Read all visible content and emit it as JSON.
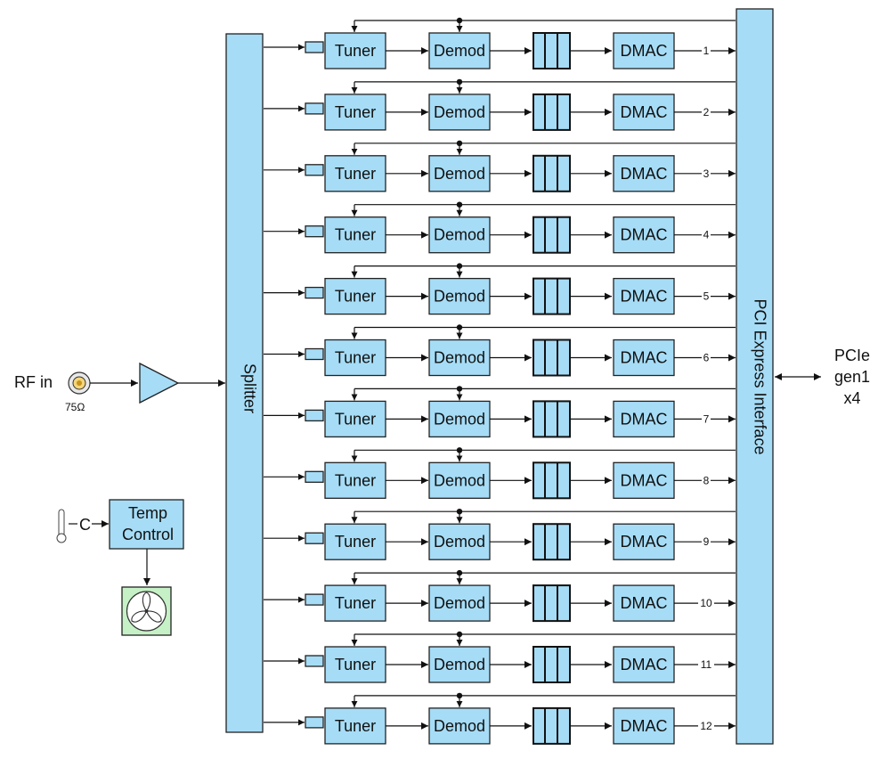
{
  "input": {
    "label": "RF in",
    "impedance": "75Ω"
  },
  "splitter": {
    "label": "Splitter"
  },
  "pcie_block": {
    "label": "PCI Express Interface"
  },
  "pcie_port": {
    "lines": [
      "PCIe",
      "gen1",
      "x4"
    ]
  },
  "temp": {
    "sensor_label": "C",
    "control_lines": [
      "Temp",
      "Control"
    ]
  },
  "channel_blocks": {
    "tuner": "Tuner",
    "demod": "Demod",
    "dmac": "DMAC"
  },
  "channels": [
    "1",
    "2",
    "3",
    "4",
    "5",
    "6",
    "7",
    "8",
    "9",
    "10",
    "11",
    "12"
  ],
  "colors": {
    "block_fill": "#a6dcf6",
    "fan_fill": "#c6f1c6",
    "line": "#111111"
  },
  "icons": {
    "rf_connector": "coax-connector-icon",
    "thermometer": "thermometer-icon",
    "fan": "fan-icon",
    "amplifier": "amplifier-triangle-icon"
  }
}
